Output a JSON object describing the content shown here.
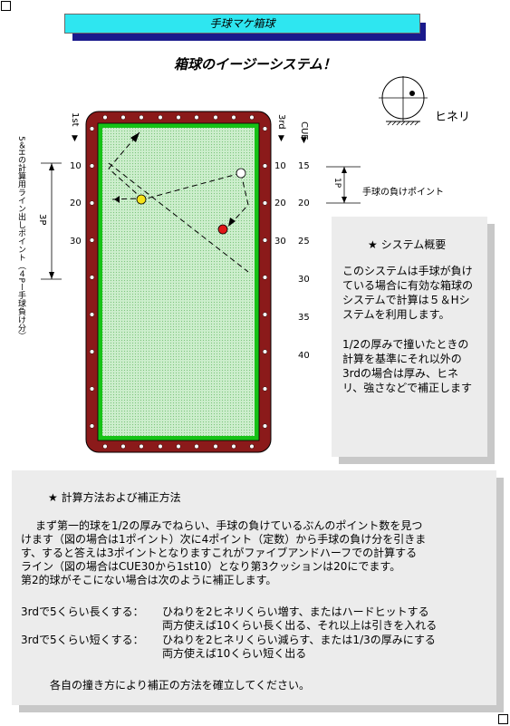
{
  "header": {
    "title": "手球マケ箱球",
    "heading": "箱球のイージーシステム！"
  },
  "spin": {
    "label": "ヒネリ"
  },
  "markers": {
    "first": "1st",
    "third": "3rd",
    "cue": "CUE",
    "first_ticks": [
      "10",
      "20",
      "30"
    ],
    "third_ticks": [
      "10",
      "20",
      "30"
    ],
    "cue_ticks": [
      "15",
      "20",
      "25",
      "30",
      "35",
      "40"
    ]
  },
  "side_label": "5＆Hの計算用ライン出しポイント（４Pー手球負け分）",
  "three_p": "3P",
  "one_p": "1P",
  "cue_loss_label": "手球の負けポイント",
  "summary": {
    "title": "★ システム概要",
    "para1": "このシステムは手球が負けている場合に有効な箱球のシステムで計算は５＆Hシステムを利用します。",
    "para2": "1/2の厚みで撞いたときの計算を基準にそれ以外の3rdの場合は厚み、ヒネリ、強さなどで補正します"
  },
  "calc": {
    "title": "★ 計算方法および補正方法",
    "lines": [
      "まず第一的球を1/2の厚みでねらい、手球の負けているぶんのポイント数を見つ",
      "けます（図の場合は1ポイント）次に4ポイント（定数）から手球の負け分を引きま",
      "す、すると答えは3ポイントとなりますこれがファイブアンドハーフでの計算する",
      "ライン（図の場合はCUE30から1st10）となり第3クッションは20にでます。",
      "第2的球がそこにない場合は次のように補正します。"
    ],
    "long_label": "3rdで5くらい長くする：",
    "long_1": "ひねりを2ヒネリくらい増す、またはハードヒットする",
    "long_2": "両方使えば10くらい長く出る、それ以上は引きを入れる",
    "short_label": "3rdで5くらい短くする：",
    "short_1": "ひねりを2ヒネリくらい減らす、または1/3の厚みにする",
    "short_2": "両方使えば10くらい短く出る",
    "closing": "各自の撞き方により補正の方法を確立してください。"
  },
  "colors": {
    "rail": "#8b1a1a",
    "cushion": "#16c216",
    "cloth": "#c6ecc6",
    "title_bg": "#2ee6f0",
    "title_shadow": "#1a1a8c",
    "ball_yellow": "#f4e21a",
    "ball_red": "#e01818"
  }
}
